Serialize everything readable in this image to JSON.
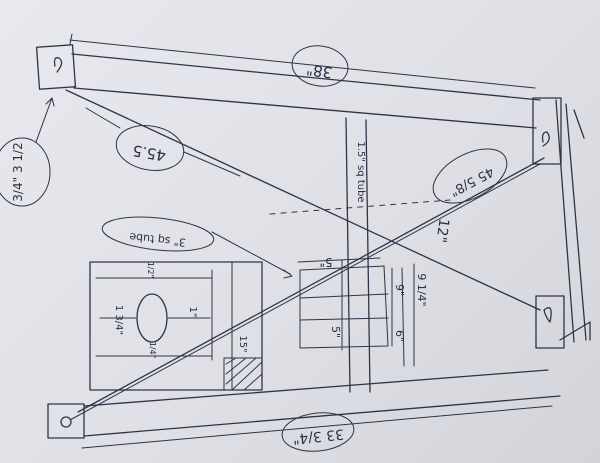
{
  "sketch": {
    "labels": {
      "top_length": "38\"",
      "bottom_length": "33 3/4\"",
      "left_callout": "3/4\" 3 1/2",
      "angle_top_left": "45.5",
      "angle_right": "45 5/8\"",
      "tube_callout": "3\" sq tube",
      "sq_tube_note": "1.5\" sq tube",
      "crossing_length": "12\"",
      "dim_5": "5\"",
      "dim_9": "9\"",
      "dim_6": "6\"",
      "dim_9_right": "9 1/4\"",
      "dim_5_bottom": "5\"",
      "detail_1_3_4": "1 3/4\"",
      "detail_1": "1\"",
      "detail_15": "15\"",
      "detail_small_a": "1/2\"",
      "detail_small_b": "1/4\""
    }
  }
}
